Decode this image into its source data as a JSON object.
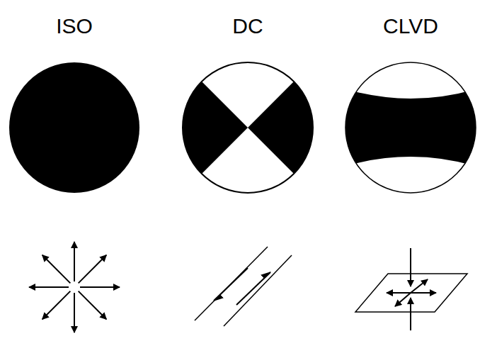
{
  "diagram": {
    "labels": [
      "ISO",
      "DC",
      "CLVD"
    ]
  }
}
